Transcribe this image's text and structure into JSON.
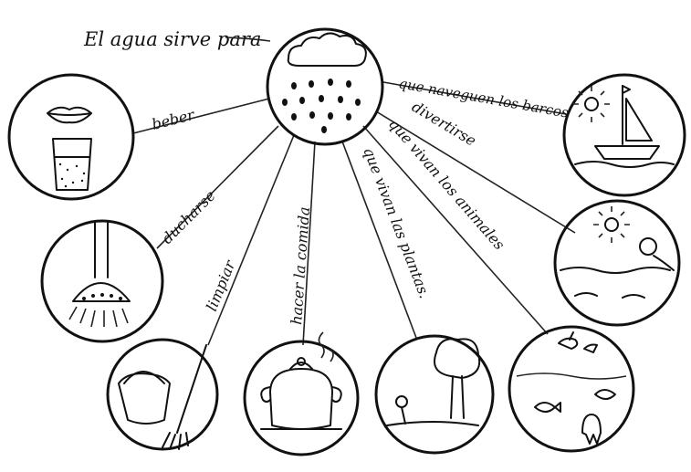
{
  "title": "El agua sirve para",
  "labels": {
    "beber": "beber",
    "ducharse": "ducharse",
    "limpiar": "limpiar",
    "hacer_comida": "hacer la comida",
    "plantas": "que vivan las plantas.",
    "animales": "que vivan los animales",
    "divertirse": "divertirse",
    "barcos": "que naveguen los barcos"
  }
}
